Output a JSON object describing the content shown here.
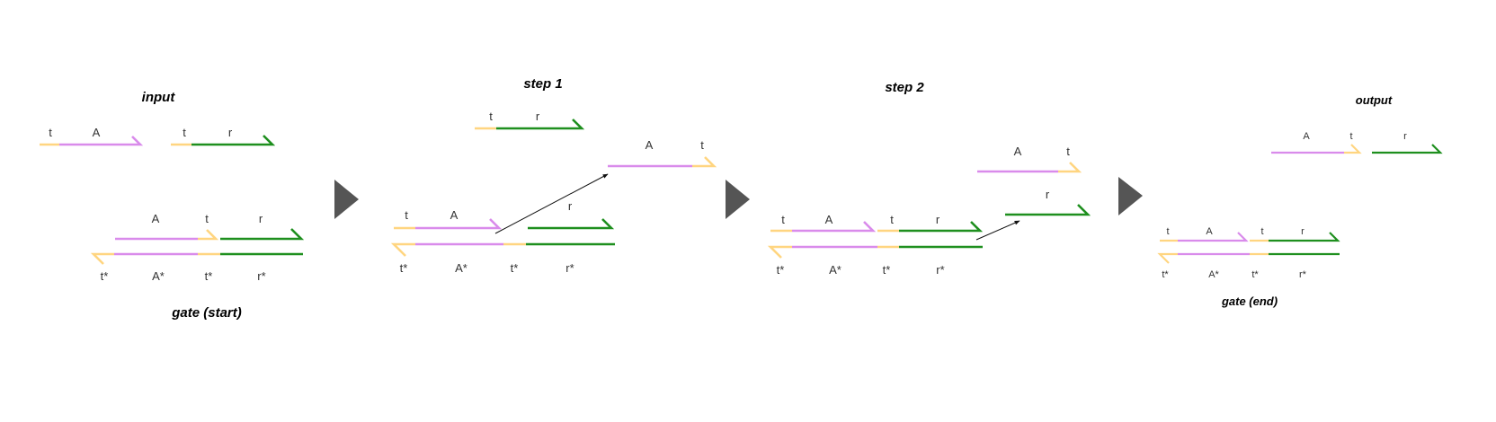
{
  "colors": {
    "toehold": "#FFD580",
    "A": "#D98BEB",
    "r": "#1E8F1E",
    "arrow": "#555555",
    "text": "#333333",
    "pointer": "#111111"
  },
  "panels": {
    "input": {
      "title": "input",
      "gate_title": "gate (start)"
    },
    "step1": {
      "title": "step 1"
    },
    "step2": {
      "title": "step 2"
    },
    "output": {
      "title": "output",
      "gate_title": "gate (end)"
    }
  },
  "domains": {
    "t": "t",
    "A": "A",
    "r": "r",
    "t_star": "t*",
    "A_star": "A*",
    "r_star": "r*"
  }
}
